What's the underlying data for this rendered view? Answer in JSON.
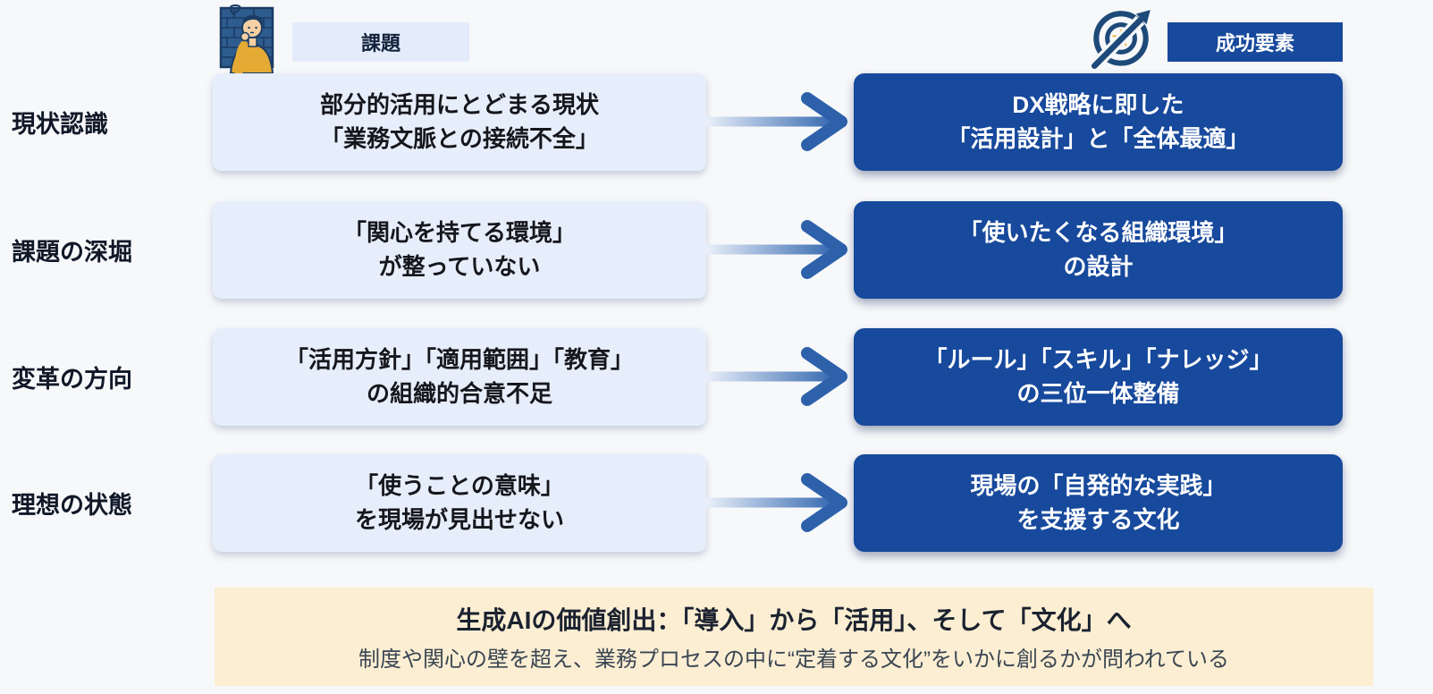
{
  "header": {
    "issues": {
      "label": "課題",
      "icon": "worried-person-icon"
    },
    "success": {
      "label": "成功要素",
      "icon": "target-growth-arrow-icon"
    }
  },
  "rows": [
    {
      "label": "現状認識",
      "issue": "部分的活用にとどまる現状\n「業務文脈との接続不全」",
      "success": "DX戦略に即した\n「活用設計」と「全体最適」"
    },
    {
      "label": "課題の深堀",
      "issue": "「関心を持てる環境」\nが整っていない",
      "success": "「使いたくなる組織環境」\nの設計"
    },
    {
      "label": "変革の方向",
      "issue": "「活用方針」「適用範囲」「教育」\nの組織的合意不足",
      "success": "「ルール」「スキル」「ナレッジ」\nの三位一体整備"
    },
    {
      "label": "理想の状態",
      "issue": "「使うことの意味」\nを現場が見出せない",
      "success": "現場の「自発的な実践」\nを支援する文化"
    }
  ],
  "summary": {
    "title": "生成AIの価値創出：「導入」から「活用」、そして「文化」へ",
    "body": "制度や関心の壁を超え、業務プロセスの中に“定着する文化”をいかに創るかが問われている"
  },
  "colors": {
    "accent_dark_blue": "#17499c",
    "light_blue_box": "#e7eefb",
    "chip_light_blue": "#e4ecfb",
    "arrow_blue": "#2d62ab",
    "summary_cream": "#fceed2",
    "icon_navy": "#1d4a78",
    "star_gold": "#eeb83f",
    "person_yellow": "#e4aa34",
    "background": "#f7f8fa"
  }
}
